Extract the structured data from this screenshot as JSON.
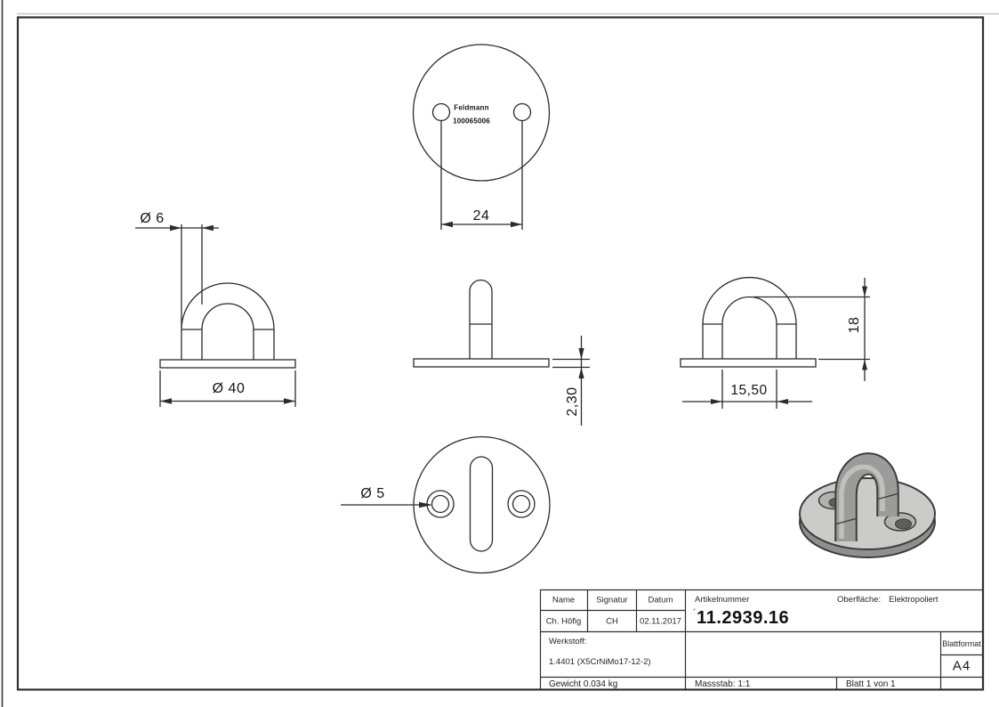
{
  "sheet": {
    "brand": "Feldmann",
    "brand_number": "100065006",
    "dimensions": {
      "hole_spacing": "24",
      "rod_diameter": "Ø 6",
      "plate_diameter": "Ø 40",
      "plate_thickness": "2,30",
      "loop_height": "18",
      "loop_inner_width": "15,50",
      "hole_diameter": "Ø 5"
    },
    "title_block": {
      "name_label": "Name",
      "signatur_label": "Signatur",
      "datum_label": "Datum",
      "name_value": "Ch. Höfig",
      "signatur_value": "CH",
      "datum_value": "02.11.2017",
      "artikelnummer_label": "Artikelnummer",
      "artikelnummer_prefix": "´",
      "artikelnummer_value": "11.2939.16",
      "oberflaeche_label": "Oberfläche:",
      "oberflaeche_value": "Elektropoliert",
      "werkstoff_label": "Werkstoff:",
      "werkstoff_value": "1.4401 (X5CrNiMo17-12-2)",
      "gewicht_value": "Gewicht 0.034 kg",
      "massstab_value": "Massstab: 1:1",
      "blatt_value": "Blatt 1 von 1",
      "blattformat_label": "Blattformat",
      "blattformat_value": "A4"
    },
    "colors": {
      "line": "#2b2b2b",
      "part_light": "#cbcbc9",
      "part_mid": "#9b9b99",
      "part_dark": "#3c3c3c"
    }
  }
}
